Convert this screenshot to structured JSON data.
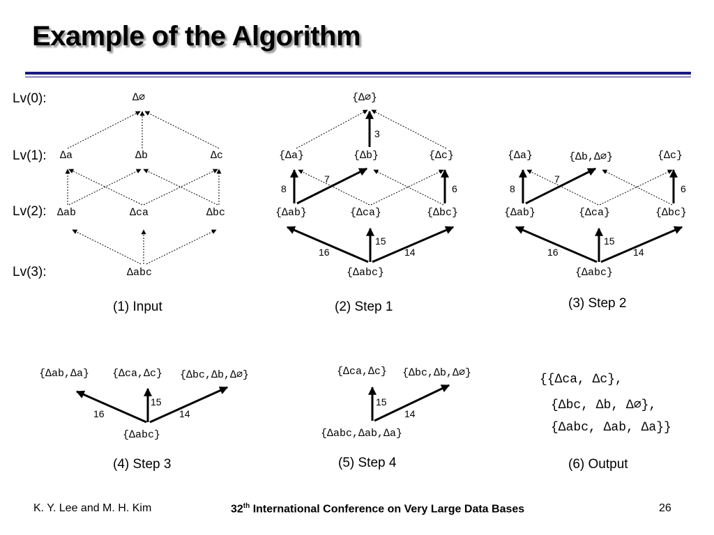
{
  "slide": {
    "title": "Example of the Algorithm",
    "page_number": "26",
    "authors": "K. Y. Lee and M. H. Kim",
    "conference_sup_number": "32",
    "conference_sup": "th",
    "conference_rest": " International Conference on Very Large Data Bases"
  },
  "levels": [
    "Lv(0):",
    "Lv(1):",
    "Lv(2):",
    "Lv(3):"
  ],
  "panel1": {
    "caption": "(1) Input",
    "l0": "∆∅",
    "l1": [
      "∆a",
      "∆b",
      "∆c"
    ],
    "l2": [
      "∆ab",
      "∆ca",
      "∆bc"
    ],
    "l3": "∆abc"
  },
  "panel2": {
    "caption": "(2) Step 1",
    "l0": "{∆∅}",
    "l1": [
      "{∆a}",
      "{∆b}",
      "{∆c}"
    ],
    "l2": [
      "{∆ab}",
      "{∆ca}",
      "{∆bc}"
    ],
    "l3": "{∆abc}",
    "w_up": "3",
    "w_ab_a": "8",
    "w_ab_b": "7",
    "w_bc_c": "6",
    "w_abc_ab": "16",
    "w_abc_ca": "15",
    "w_abc_bc": "14"
  },
  "panel3": {
    "caption": "(3) Step 2",
    "l1": [
      "{∆a}",
      "{∆b,∆∅}",
      "{∆c}"
    ],
    "l2": [
      "{∆ab}",
      "{∆ca}",
      "{∆bc}"
    ],
    "l3": "{∆abc}",
    "w_ab_a": "8",
    "w_ab_b": "7",
    "w_bc_c": "6",
    "w_abc_ab": "16",
    "w_abc_ca": "15",
    "w_abc_bc": "14"
  },
  "panel4": {
    "caption": "(4) Step 3",
    "top": [
      "{∆ab,∆a}",
      "{∆ca,∆c}",
      "{∆bc,∆b,∆∅}"
    ],
    "bottom": "{∆abc}",
    "w_left": "16",
    "w_mid": "15",
    "w_right": "14"
  },
  "panel5": {
    "caption": "(5) Step 4",
    "top": [
      "{∆ca,∆c}",
      "{∆bc,∆b,∆∅}"
    ],
    "bottom": "{∆abc,∆ab,∆a}",
    "w_mid": "15",
    "w_right": "14"
  },
  "panel6": {
    "caption": "(6) Output",
    "lines": [
      "{{∆ca, ∆c},",
      "{∆bc, ∆b, ∆∅},",
      "{∆abc, ∆ab, ∆a}}"
    ]
  }
}
